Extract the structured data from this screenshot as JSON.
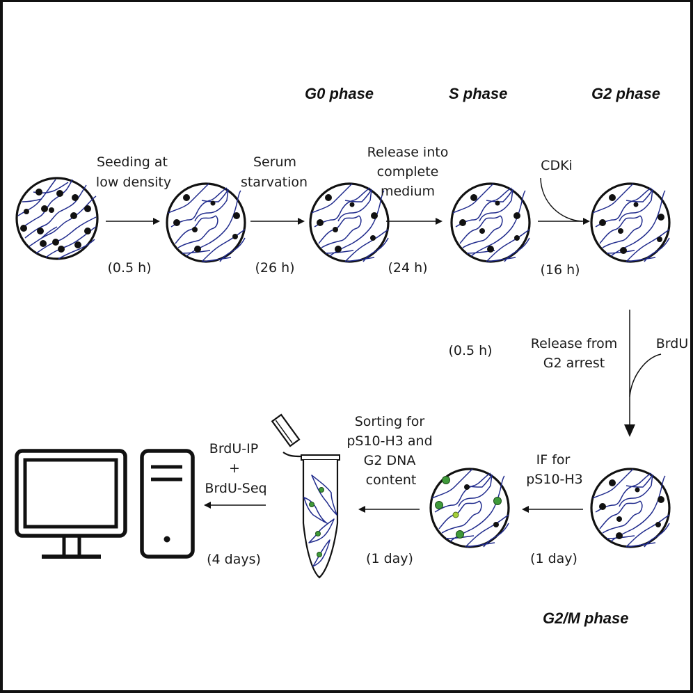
{
  "phases": {
    "g0": "G0 phase",
    "s": "S phase",
    "g2": "G2 phase",
    "g2m": "G2/M phase"
  },
  "steps": [
    {
      "id": "seeding",
      "label_lines": [
        "Seeding at",
        "low density"
      ],
      "duration": "(0.5 h)"
    },
    {
      "id": "serum-starvation",
      "label_lines": [
        "Serum",
        "starvation"
      ],
      "duration": "(26 h)"
    },
    {
      "id": "release-complete-medium",
      "label_lines": [
        "Release into",
        "complete",
        "medium"
      ],
      "duration": "(24 h)"
    },
    {
      "id": "cdki-arrest",
      "label_lines": [],
      "reagent": "CDKi",
      "duration": "(16 h)"
    },
    {
      "id": "release-g2-arrest",
      "label_lines": [
        "Release from",
        "G2 arrest"
      ],
      "reagent": "BrdU",
      "duration": "(0.5 h)"
    },
    {
      "id": "if-ps10-h3",
      "label_lines": [
        "IF for",
        "pS10-H3"
      ],
      "duration": "(1 day)"
    },
    {
      "id": "sorting",
      "label_lines": [
        "Sorting for",
        "pS10-H3 and",
        "G2 DNA",
        "content"
      ],
      "duration": "(1 day)"
    },
    {
      "id": "brdu-ip-seq",
      "label_lines": [
        "BrdU-IP",
        "+",
        "BrdU-Seq"
      ],
      "duration": "(4 days)"
    }
  ],
  "colors": {
    "fiber": "#1f2a8c",
    "nucleus": "#111111",
    "nucleus_stained": "#3f9a3a",
    "nucleus_stained_light": "#a5cf3a"
  },
  "icons": {
    "dish": "culture-dish-icon",
    "tube": "microcentrifuge-tube-icon",
    "computer": "desktop-computer-icon"
  }
}
